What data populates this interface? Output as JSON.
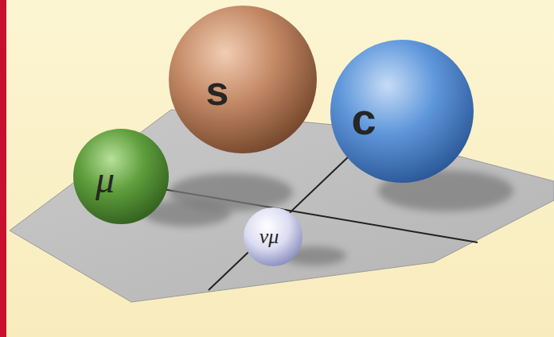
{
  "diagram": {
    "nodes": [
      {
        "text": [
          "s"
        ]
      },
      {
        "text": [
          "c"
        ]
      },
      {
        "text": [
          "μ"
        ]
      },
      {
        "text": [
          "νμ"
        ]
      }
    ]
  }
}
